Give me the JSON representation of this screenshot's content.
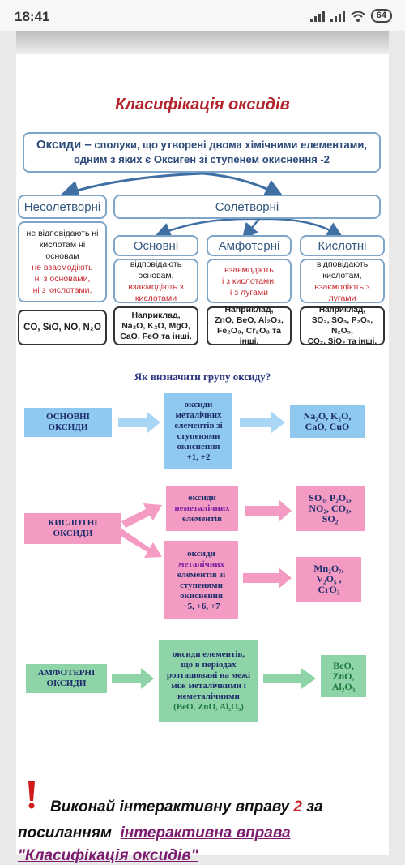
{
  "status_bar": {
    "time": "18:41",
    "battery": "64"
  },
  "title": "Класифікація оксидів",
  "definition": {
    "term": "Оксиди –",
    "text_line1": "сполуки, що утворені двома хімічними елементами,",
    "text_line2": "одним з яких є Оксиген зі ступенем окиснення -2"
  },
  "categories": {
    "non_salt": {
      "label": "Несолетворні",
      "desc": [
        "не відповідають ні",
        "кислотам ні",
        "основам"
      ],
      "desc_red": [
        "не взаємодіють",
        "ні з основами,",
        "ні з кислотами,"
      ],
      "example": "CO, SiO, NO, N₂O"
    },
    "salt": {
      "label": "Солетворні"
    },
    "basic": {
      "label": "Основні",
      "desc": [
        "відповідають",
        "основам,"
      ],
      "desc_red": [
        "взаємодіють з",
        "кислотами"
      ],
      "example": [
        "Наприклад,",
        "Na₂O, K₂O, MgO,",
        "CaO, FeO та інші."
      ]
    },
    "amphoteric": {
      "label": "Амфотерні",
      "desc_red": [
        "взаємодіють",
        "і з кислотами,",
        "і з лугами"
      ],
      "example": [
        "Наприклад,",
        "ZnO, BeO, Al₂O₃,",
        "Fe₂O₃, Cr₂O₃ та інші."
      ]
    },
    "acidic": {
      "label": "Кислотні",
      "desc": [
        "відповідають",
        "кислотам,"
      ],
      "desc_red": [
        "взаємодіють з",
        "лугами"
      ],
      "example": [
        "Наприклад,",
        "SO₂, SO₃, P₂O₅, N₂O₅,",
        "CO₂, SiO₂ та інші."
      ]
    }
  },
  "how_to": {
    "question": "Як визначити групу оксиду?",
    "basic": {
      "label": [
        "ОСНОВНІ",
        "ОКСИДИ"
      ],
      "rule": [
        "оксиди",
        "металічних",
        "елементів зі",
        "ступенями",
        "окиснення",
        "+1, +2"
      ],
      "examples": [
        "Na₂O, K₂O,",
        "CaO, CuO"
      ]
    },
    "acidic": {
      "label": [
        "КИСЛОТНІ",
        "ОКСИДИ"
      ],
      "rule1": [
        "оксиди",
        "неметалічних",
        "елементів"
      ],
      "examples1": [
        "SO₃, P₂O₅,",
        "NO₂, CO₂,",
        "SO₂"
      ],
      "rule2": [
        "оксиди",
        "металічних",
        "елементів зі",
        "ступенями",
        "окиснення",
        "+5, +6, +7"
      ],
      "examples2": [
        "Mn₂O₇,",
        "V₂O₅ ,",
        "CrO₃"
      ]
    },
    "amphoteric": {
      "label": [
        "АМФОТЕРНІ",
        "ОКСИДИ"
      ],
      "rule": [
        "оксиди елементів,",
        "що в періодах",
        "розташовані на межі",
        "між металічними і",
        "неметалічними",
        "(BeO, ZnO, Al₂O₃)"
      ],
      "examples": [
        "BeO,",
        "ZnO,",
        "Al₂O₃"
      ]
    }
  },
  "task": {
    "mark": "!",
    "line1_a": "Виконай інтерактивну вправу",
    "line1_num": "2",
    "line1_b": "за",
    "line2_a": "посиланням",
    "line2_link": "інтерактивна вправа",
    "line3": "\"Класифікація оксидів\""
  },
  "colors": {
    "title_red": "#b3232b",
    "box_border": "#7fa6c9",
    "blue_block": "#8fc9f0",
    "pink_block": "#f39bc3",
    "green_block": "#8fd3a9"
  }
}
